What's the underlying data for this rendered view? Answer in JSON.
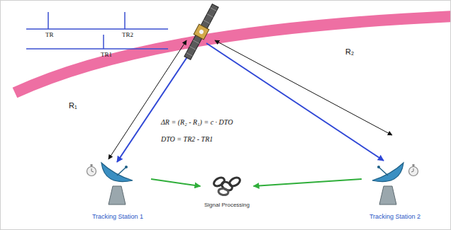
{
  "diagram": {
    "nodes": [
      {
        "text": [
          "Tracking Station 1"
        ]
      },
      {
        "text": [
          "Signal Processing"
        ]
      },
      {
        "text": [
          "Tracking Station 2"
        ]
      }
    ],
    "edges": [
      {
        "from": 0,
        "to": 1,
        "arrow": "to"
      },
      {
        "from": 2,
        "to": 1,
        "arrow": "to"
      }
    ],
    "labels": [
      "TR",
      "TR2",
      "TR1",
      "R₁",
      "R₂",
      "ΔR = (R₂ - R₁) = c · DTO",
      "DTO = TR2 - TR1"
    ]
  }
}
